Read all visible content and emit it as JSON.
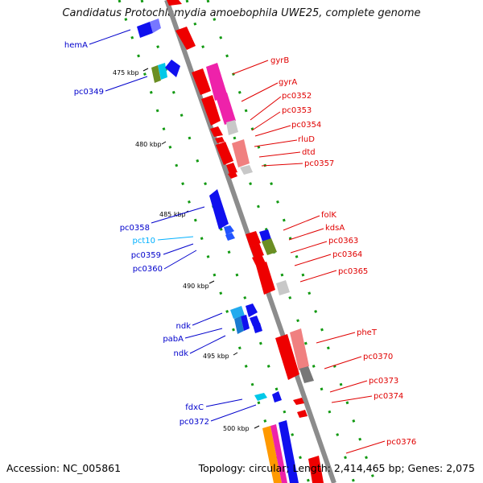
{
  "title": "Candidatus Protochlamydia amoebophila UWE25, complete genome",
  "accession": "Accession: NC_005861",
  "summary": "Topology: circular; Length: 2,414,465 bp; Genes: 2,075",
  "colors": {
    "backbone": "#8c8c8c",
    "label_plus": "#0000cc",
    "label_minus": "#e00000",
    "label_rna": "#00b0ff",
    "dots": "#119911",
    "ticks": "#000000"
  },
  "kbp_ticks": [
    "475 kbp",
    "480 kbp",
    "485 kbp",
    "490 kbp",
    "495 kbp",
    "500 kbp"
  ],
  "left_labels": [
    {
      "text": "hemA",
      "kind": "plus"
    },
    {
      "text": "pc0349",
      "kind": "plus"
    },
    {
      "text": "pc0358",
      "kind": "plus"
    },
    {
      "text": "pct10",
      "kind": "rna"
    },
    {
      "text": "pc0359",
      "kind": "plus"
    },
    {
      "text": "pc0360",
      "kind": "plus"
    },
    {
      "text": "ndk",
      "kind": "plus"
    },
    {
      "text": "pabA",
      "kind": "plus"
    },
    {
      "text": "ndk",
      "kind": "plus"
    },
    {
      "text": "fdxC",
      "kind": "plus"
    },
    {
      "text": "pc0372",
      "kind": "plus"
    }
  ],
  "right_labels": [
    {
      "text": "gyrB",
      "kind": "minus"
    },
    {
      "text": "gyrA",
      "kind": "minus"
    },
    {
      "text": "pc0352",
      "kind": "minus"
    },
    {
      "text": "pc0353",
      "kind": "minus"
    },
    {
      "text": "pc0354",
      "kind": "minus"
    },
    {
      "text": "rluD",
      "kind": "minus"
    },
    {
      "text": "dtd",
      "kind": "minus"
    },
    {
      "text": "pc0357",
      "kind": "minus"
    },
    {
      "text": "folK",
      "kind": "minus"
    },
    {
      "text": "kdsA",
      "kind": "minus"
    },
    {
      "text": "pc0363",
      "kind": "minus"
    },
    {
      "text": "pc0364",
      "kind": "minus"
    },
    {
      "text": "pc0365",
      "kind": "minus"
    },
    {
      "text": "pheT",
      "kind": "minus"
    },
    {
      "text": "pc0370",
      "kind": "minus"
    },
    {
      "text": "pc0373",
      "kind": "minus"
    },
    {
      "text": "pc0374",
      "kind": "minus"
    },
    {
      "text": "pc0376",
      "kind": "minus"
    }
  ]
}
